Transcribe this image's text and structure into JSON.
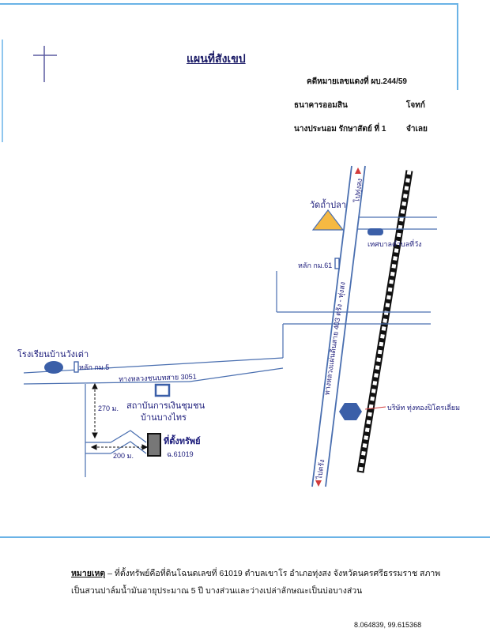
{
  "title": "แผนที่สังเขป",
  "header": {
    "case_label": "คดีหมายเลขแดงที่ ผบ.244/59",
    "plaintiff_name": "ธนาคารออมสิน",
    "plaintiff_role": "โจทก์",
    "defendant_name": "นางประนอม  รักษาสัตย์  ที่ 1",
    "defendant_role": "จำเลย"
  },
  "map": {
    "temple": "วัดถ้ำปลา",
    "municipality": "เทศบาลตำบลที่วัง",
    "km_marker_61": "หลัก กม.61",
    "school": "โรงเรียนบ้านวังเต่า",
    "km_marker_5": "หลัก กม.5",
    "rural_road": "ทางหลวงชนบทสาย 3051",
    "highway": "ทางหลวงแผ่นดินสาย 403 ตรัง - ทุ่งสง",
    "to_thungsong": "ไปทุ่งสง",
    "to_trang": "ไปตรัง",
    "community_bank_1": "สถาบันการเงินชุมชน",
    "community_bank_2": "บ้านบางไทร",
    "company": "บริษัท ทุ่งทองปิโตรเลี่ยม",
    "property": "ที่ตั้งทรัพย์",
    "deed": "ฉ.61019",
    "dist_270": "270 ม.",
    "dist_200": "200 ม."
  },
  "note": {
    "label": "หมายเหตุ",
    "line1": " – ที่ตั้งทรัพย์คือที่ดินโฉนดเลขที่ 61019  ตำบลเขาโร  อำเภอทุ่งสง  จังหวัดนครศรีธรรมราช  สภาพ",
    "line2": "เป็นสวนปาล์มน้ำมันอายุประมาณ 5 ปี บางส่วนและว่างเปล่าลักษณะเป็นบ่อบางส่วน"
  },
  "coords": "8.064839, 99.615368",
  "colors": {
    "road": "#4a6fb0",
    "rail": "#111111",
    "temple": "#f5b942",
    "marker": "#3b5fa8",
    "frame": "#6ab3e6"
  }
}
